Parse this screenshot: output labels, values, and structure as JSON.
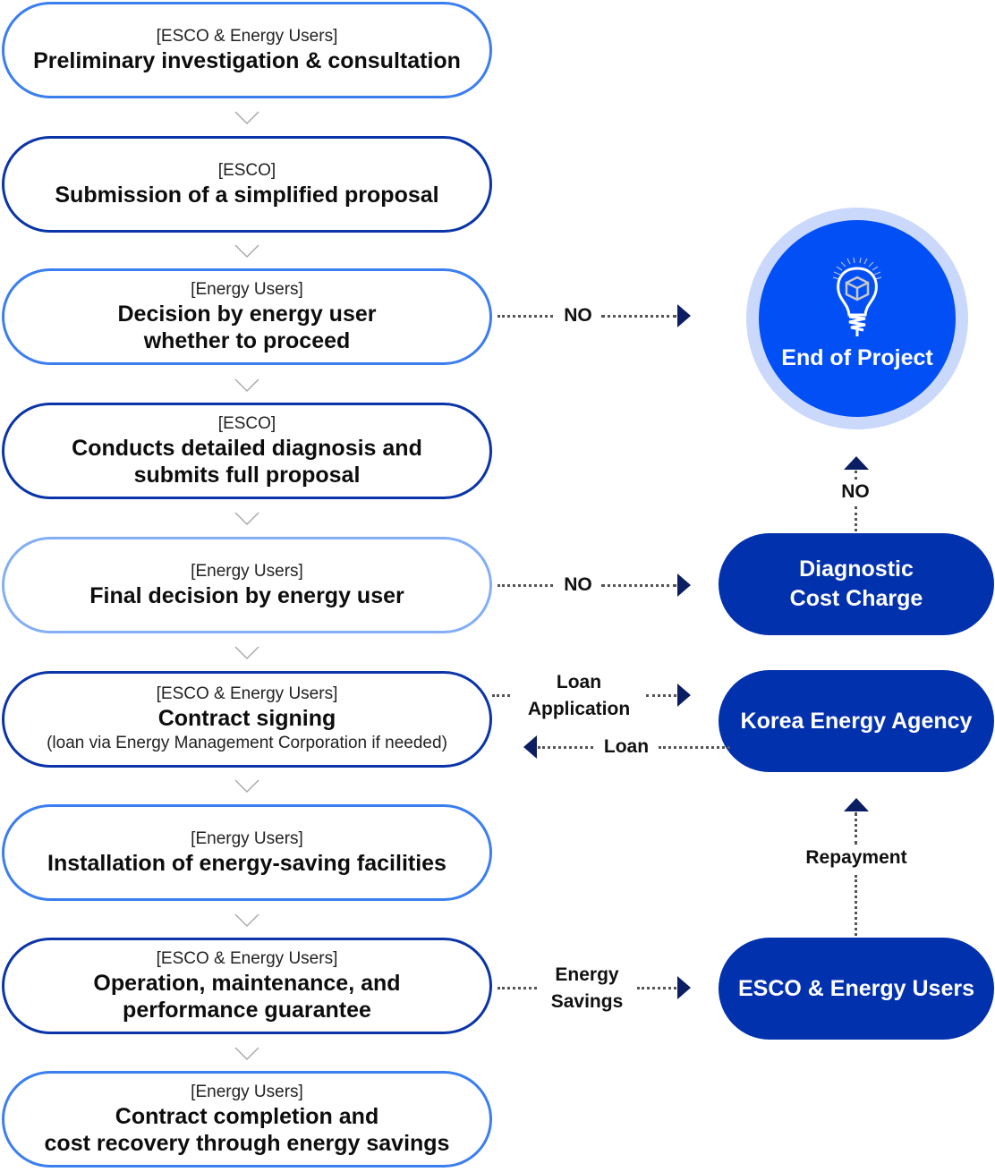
{
  "steps": [
    {
      "actor": "[ESCO & Energy Users]",
      "title": "Preliminary investigation & consultation",
      "note": ""
    },
    {
      "actor": "[ESCO]",
      "title": "Submission of a simplified proposal",
      "note": ""
    },
    {
      "actor": "[Energy Users]",
      "title": "Decision by energy user\nwhether to proceed",
      "note": ""
    },
    {
      "actor": "[ESCO]",
      "title": "Conducts detailed diagnosis and\nsubmits full proposal",
      "note": ""
    },
    {
      "actor": "[Energy Users]",
      "title": "Final decision by energy user",
      "note": ""
    },
    {
      "actor": "[ESCO & Energy Users]",
      "title": "Contract signing",
      "note": "(loan via Energy Management Corporation if needed)"
    },
    {
      "actor": "[Energy Users]",
      "title": "Installation of energy-saving facilities",
      "note": ""
    },
    {
      "actor": "[ESCO & Energy Users]",
      "title": "Operation, maintenance, and\nperformance guarantee",
      "note": ""
    },
    {
      "actor": "[Energy Users]",
      "title": "Contract completion and\ncost recovery through energy savings",
      "note": ""
    }
  ],
  "end_node": {
    "label": "End of Project",
    "icon": "lightbulb-cube-icon"
  },
  "right_nodes": {
    "diagnostic": "Diagnostic\nCost Charge",
    "agency": "Korea Energy Agency",
    "esco_users": "ESCO & Energy Users"
  },
  "connectors": {
    "no_1": "NO",
    "no_2": "NO",
    "no_up": "NO",
    "loan_application": "Loan\nApplication",
    "loan": "Loan",
    "repayment": "Repayment",
    "energy_savings": "Energy\nSavings"
  },
  "colors": {
    "step_border_blue": "#3b7ef0",
    "step_border_dark": "#0a34a8",
    "step_border_light": "#84aef5",
    "pill_fill": "#0231ad",
    "end_fill": "#0250f5",
    "end_ring": "#cad9fb",
    "arrow": "#0b1e63"
  }
}
